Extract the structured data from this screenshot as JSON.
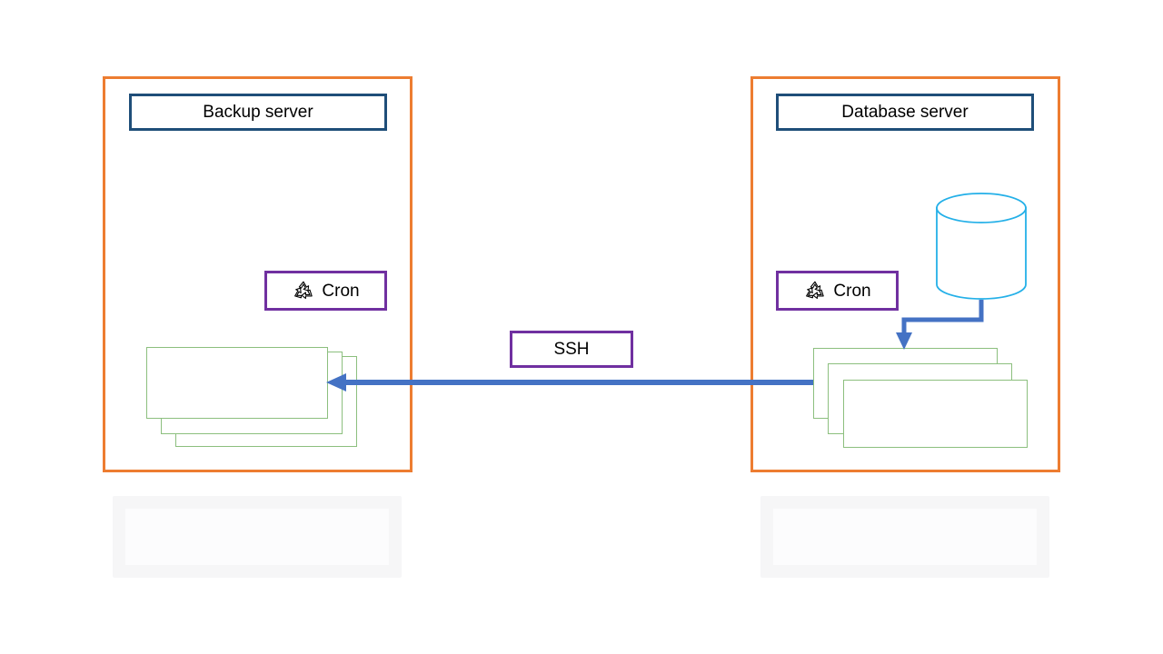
{
  "diagram": {
    "title": "Backup server / Database server SSH backup flow",
    "background": "#ffffff",
    "colors": {
      "server_border": "#ED7D31",
      "header_border": "#1F4E79",
      "cron_border": "#7030A0",
      "ssh_border": "#7030A0",
      "document_border": "#8CBF7E",
      "connector": "#4472C4",
      "cylinder": "#24B0E8",
      "text": "#000000",
      "ghost": "#f6f6f7"
    }
  },
  "backup_server": {
    "header_label": "Backup server",
    "cron": {
      "label": "Cron",
      "icon": "recycle-icon"
    },
    "documents": [
      {
        "name": "backup-file-back"
      },
      {
        "name": "backup-file-middle"
      },
      {
        "name": "backup-file-front"
      }
    ]
  },
  "database_server": {
    "header_label": "Database server",
    "cron": {
      "label": "Cron",
      "icon": "recycle-icon"
    },
    "database": {
      "name": "database-cylinder",
      "icon": "database-cylinder-icon"
    },
    "documents": [
      {
        "name": "dump-file-back"
      },
      {
        "name": "dump-file-middle"
      },
      {
        "name": "dump-file-front"
      }
    ]
  },
  "connections": [
    {
      "name": "ssh-transfer-arrow",
      "label": "SSH",
      "from": "database_server.documents",
      "to": "backup_server.documents",
      "direction": "right-to-left",
      "color": "#4472C4"
    },
    {
      "name": "database-dump-arrow",
      "label": "",
      "from": "database_server.database",
      "to": "database_server.documents",
      "direction": "down",
      "color": "#4472C4"
    }
  ],
  "ssh_label": "SSH"
}
